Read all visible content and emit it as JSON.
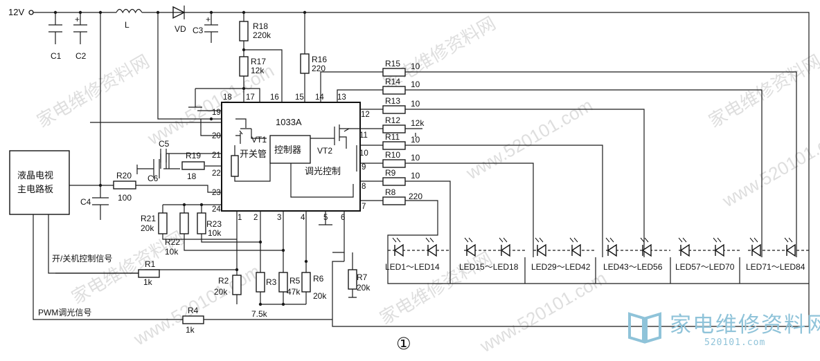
{
  "watermarks": [
    "家电维修资料网",
    "www.520101.com",
    "家电维修资料网",
    "www.520101.com",
    "家电维修资料网",
    "www.520101.com",
    "家电维修资料网",
    "www.520101.com",
    "家电维修资料网",
    "www.520101.com"
  ],
  "power": {
    "supply_label": "12V",
    "inductor": "L",
    "diode": "VD",
    "capacitors": [
      "C1",
      "C2",
      "C3"
    ]
  },
  "ic": {
    "name": "1033A",
    "vt1": "VT1",
    "vt2": "VT2",
    "switch_label": "开关管",
    "controller_label": "控制器",
    "dimming_label": "调光控制",
    "pins": {
      "p1": "1",
      "p2": "2",
      "p3": "3",
      "p4": "4",
      "p5": "5",
      "p6": "6",
      "p7": "7",
      "p8": "8",
      "p9": "9",
      "p10": "10",
      "p11": "11",
      "p12": "12",
      "p13": "13",
      "p14": "14",
      "p15": "15",
      "p16": "16",
      "p17": "17",
      "p18": "18",
      "p19": "19",
      "p20": "20",
      "p21": "21",
      "p22": "22",
      "p23": "23",
      "p24": "24"
    }
  },
  "resistors": {
    "R1": {
      "name": "R1",
      "value": "1k"
    },
    "R2": {
      "name": "R2",
      "value": "20k"
    },
    "R3": {
      "name": "R3",
      "value": "7.5k"
    },
    "R4": {
      "name": "R4",
      "value": "1k"
    },
    "R5": {
      "name": "R5",
      "value": "47k"
    },
    "R6": {
      "name": "R6",
      "value": "20k"
    },
    "R7": {
      "name": "R7",
      "value": "20k"
    },
    "R8": {
      "name": "R8",
      "value": "220"
    },
    "R9": {
      "name": "R9",
      "value": "10"
    },
    "R10": {
      "name": "R10",
      "value": "10"
    },
    "R11": {
      "name": "R11",
      "value": "10"
    },
    "R12": {
      "name": "R12",
      "value": "12k"
    },
    "R13": {
      "name": "R13",
      "value": "10"
    },
    "R14": {
      "name": "R14",
      "value": "10"
    },
    "R15": {
      "name": "R15",
      "value": "10"
    },
    "R16": {
      "name": "R16",
      "value": "220"
    },
    "R17": {
      "name": "R17",
      "value": "12k"
    },
    "R18": {
      "name": "R18",
      "value": "220k"
    },
    "R19": {
      "name": "R19",
      "value": "18"
    },
    "R20": {
      "name": "R20",
      "value": "100"
    },
    "R21": {
      "name": "R21",
      "value": "20k"
    },
    "R22": {
      "name": "R22",
      "value": "10k"
    },
    "R23": {
      "name": "R23",
      "value": "10k"
    }
  },
  "aux_caps": {
    "c4": "C4",
    "c5": "C5",
    "c6": "C6"
  },
  "board": {
    "line1": "液晶电视",
    "line2": "主电路板"
  },
  "signals": {
    "power_ctrl": "开/关机控制信号",
    "pwm": "PWM调光信号"
  },
  "led_groups": [
    "LED1～LED14",
    "LED15～LED18",
    "LED29～LED42",
    "LED43～LED56",
    "LED57～LED70",
    "LED71～LED84"
  ],
  "figure_number": "①",
  "logo": {
    "title": "家电维修资料网",
    "url": "520101.com"
  }
}
